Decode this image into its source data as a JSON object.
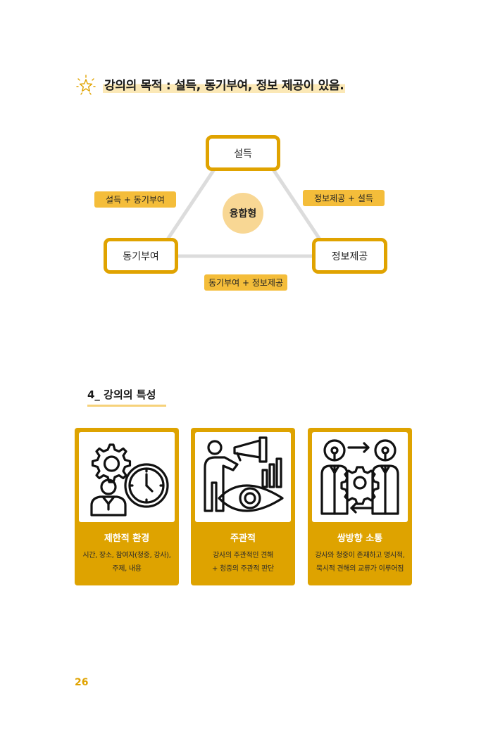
{
  "header": {
    "headline": "강의의 목적 : 설득, 동기부여, 정보 제공이 있음."
  },
  "diagram": {
    "nodes": {
      "top": "설득",
      "left": "동기부여",
      "right": "정보제공"
    },
    "center": "융합형",
    "edges": {
      "left": "설득 + 동기부여",
      "right": "정보제공 + 설득",
      "bottom": "동기부여 + 정보제공"
    }
  },
  "section": {
    "title": "4_ 강의의 특성"
  },
  "cards": [
    {
      "title": "제한적 환경",
      "desc": [
        "시간, 장소, 참여자(청중, 강사),",
        "주제, 내용"
      ],
      "icon": "gear-clock-person-icon"
    },
    {
      "title": "주관적",
      "desc": [
        "강사의 주관적인 견해",
        "+ 청중의 주관적 판단"
      ],
      "icon": "person-telescope-eye-icon"
    },
    {
      "title": "쌍방향 소통",
      "desc": [
        "강사와 청중이 존재하고 명시적,",
        "묵시적 견해의 교류가 이루어짐"
      ],
      "icon": "two-people-exchange-icon"
    }
  ],
  "footer": {
    "page_number": "26"
  },
  "colors": {
    "accent": "#dea300",
    "pill": "#f4bd3a",
    "highlight": "#fbe8b6",
    "center": "#f8d794"
  }
}
